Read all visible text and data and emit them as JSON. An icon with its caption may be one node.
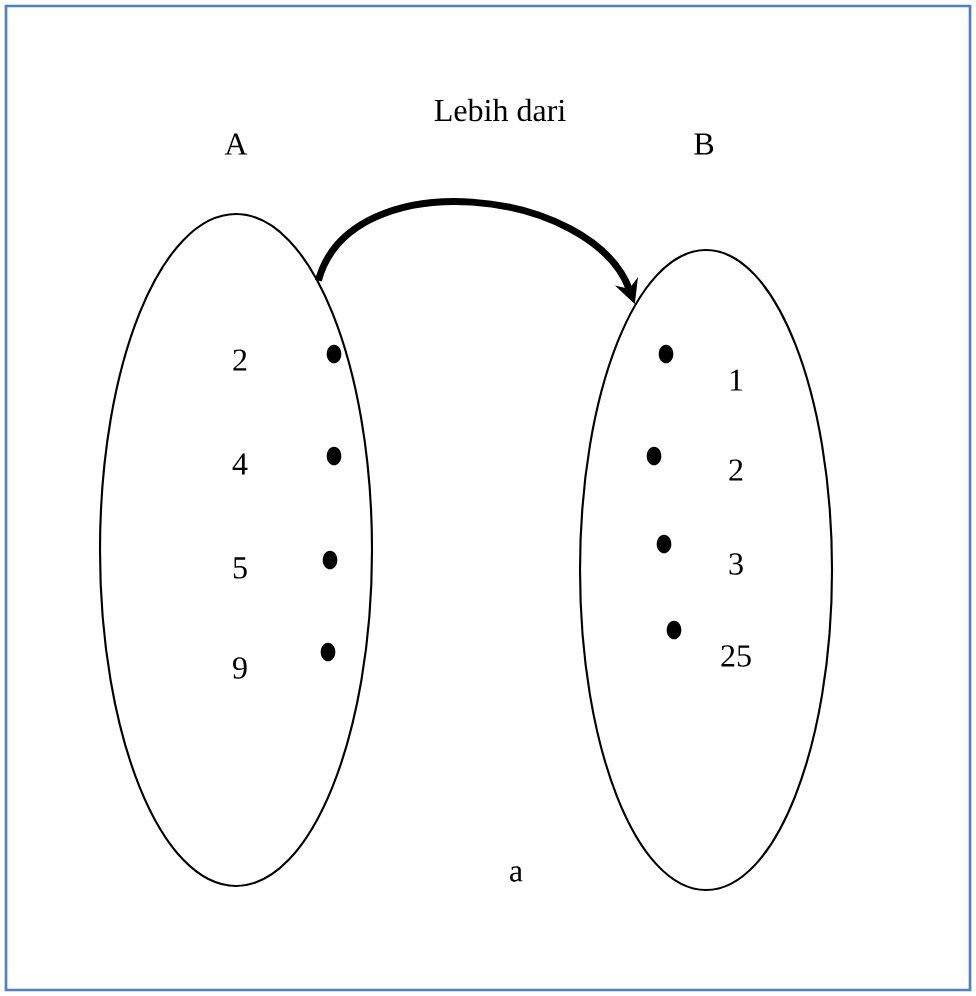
{
  "diagram": {
    "caption": "a",
    "nodes": [
      {
        "text": [
          "A"
        ]
      },
      {
        "text": [
          "B"
        ]
      },
      {
        "text": [],
        "shape": "circle",
        "in": 0,
        "beside": [
          "2"
        ]
      },
      {
        "text": [],
        "shape": "circle",
        "in": 0,
        "beside": [
          "4"
        ]
      },
      {
        "text": [],
        "shape": "circle",
        "in": 0,
        "beside": [
          "5"
        ]
      },
      {
        "text": [],
        "shape": "circle",
        "in": 0,
        "beside": [
          "9"
        ]
      },
      {
        "text": [],
        "shape": "circle",
        "in": 1,
        "beside": [
          "1"
        ]
      },
      {
        "text": [],
        "shape": "circle",
        "in": 1,
        "beside": [
          "2"
        ]
      },
      {
        "text": [],
        "shape": "circle",
        "in": 1,
        "beside": [
          "3"
        ]
      },
      {
        "text": [],
        "shape": "circle",
        "in": 1,
        "beside": [
          "25"
        ]
      }
    ],
    "edges": [
      {
        "from": 0,
        "to": 1,
        "arrow": "to",
        "label": "Lebih dari"
      }
    ]
  }
}
